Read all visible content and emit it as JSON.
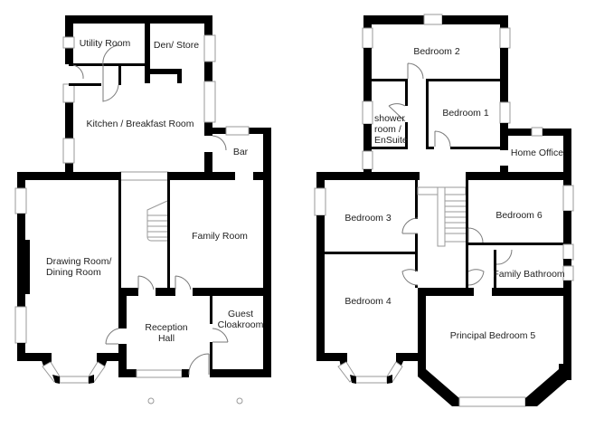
{
  "floor_plan": {
    "ground_floor": {
      "rooms": [
        {
          "id": "utility",
          "label": "Utility Room"
        },
        {
          "id": "den",
          "label": "Den/ Store"
        },
        {
          "id": "kitchen",
          "label": "Kitchen / Breakfast Room"
        },
        {
          "id": "bar",
          "label": "Bar"
        },
        {
          "id": "drawing",
          "label_line1": "Drawing Room/",
          "label_line2": "Dining Room"
        },
        {
          "id": "family",
          "label": "Family Room"
        },
        {
          "id": "reception",
          "label_line1": "Reception",
          "label_line2": "Hall"
        },
        {
          "id": "cloak",
          "label_line1": "Guest",
          "label_line2": "Cloakroom"
        }
      ]
    },
    "first_floor": {
      "rooms": [
        {
          "id": "bed2",
          "label": "Bedroom 2"
        },
        {
          "id": "bed1",
          "label": "Bedroom 1"
        },
        {
          "id": "shower",
          "label_line1": "shower",
          "label_line2": "room /",
          "label_line3": "EnSuite"
        },
        {
          "id": "office",
          "label": "Home Office"
        },
        {
          "id": "bed3",
          "label": "Bedroom 3"
        },
        {
          "id": "bed6",
          "label": "Bedroom 6"
        },
        {
          "id": "bathroom",
          "label": "Family Bathroom"
        },
        {
          "id": "bed4",
          "label": "Bedroom 4"
        },
        {
          "id": "bed5",
          "label": "Principal Bedroom 5"
        }
      ]
    },
    "colors": {
      "wall": "#000000",
      "window": "#9a9a9a",
      "background": "#ffffff"
    }
  }
}
